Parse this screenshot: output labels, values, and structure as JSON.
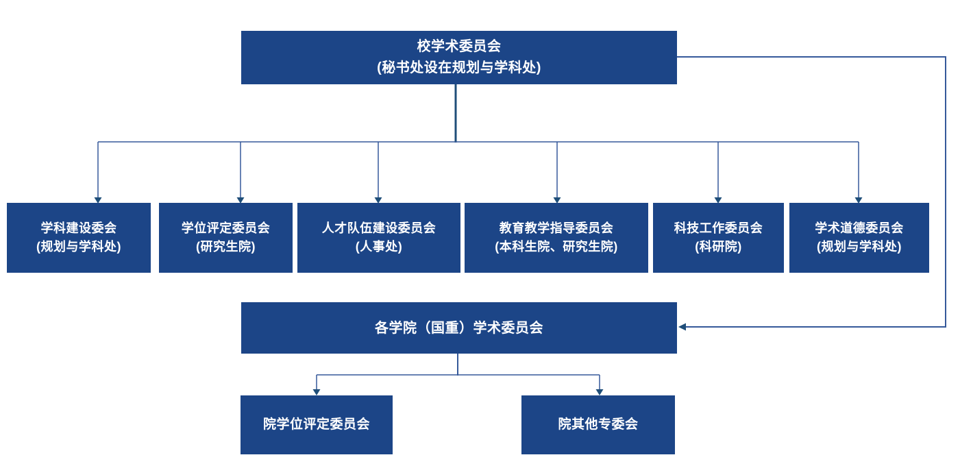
{
  "diagram": {
    "type": "org-chart",
    "colors": {
      "box_fill": "#1c4587",
      "connector_line": "#35599a",
      "arrow": "#1f4e79",
      "text": "#ffffff"
    },
    "root": {
      "line1": "校学术委员会",
      "line2": "(秘书处设在规划与学科处)"
    },
    "committees": [
      {
        "line1": "学科建设委会",
        "line2": "(规划与学科处)"
      },
      {
        "line1": "学位评定委员会",
        "line2": "(研究生院)"
      },
      {
        "line1": "人才队伍建设委员会",
        "line2": "(人事处)"
      },
      {
        "line1": "教育教学指导委员会",
        "line2": "(本科生院、研究生院)"
      },
      {
        "line1": "科技工作委员会",
        "line2": "(科研院)"
      },
      {
        "line1": "学术道德委员会",
        "line2": "(规划与学科处)"
      }
    ],
    "college": {
      "line1": "各学院（国重）学术委员会"
    },
    "college_subs": [
      {
        "line1": "院学位评定委员会"
      },
      {
        "line1": "院其他专委会"
      }
    ]
  }
}
